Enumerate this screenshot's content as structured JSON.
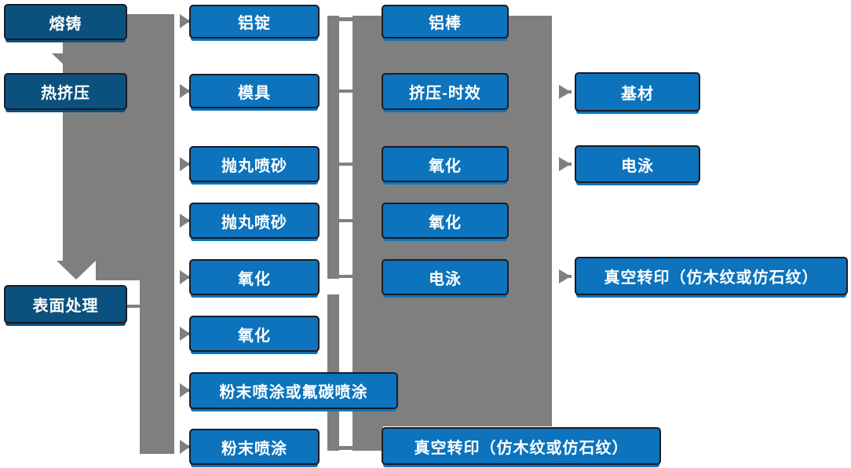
{
  "diagram": {
    "type": "process-flowchart",
    "colors": {
      "box_blue": "#0C73BC",
      "box_dark_blue": "#0B517E",
      "connector_gray": "#7F7F7F",
      "text": "#FFFFFF"
    },
    "nodes": {
      "melting": {
        "label": "熔铸"
      },
      "hot_extrusion": {
        "label": "热挤压"
      },
      "surface_treatment": {
        "label": "表面处理"
      },
      "aluminum_ingot": {
        "label": "铝锭"
      },
      "mold": {
        "label": "模具"
      },
      "shot_blasting_1": {
        "label": "抛丸喷砂"
      },
      "shot_blasting_2": {
        "label": "抛丸喷砂"
      },
      "oxidation_1": {
        "label": "氧化"
      },
      "oxidation_2": {
        "label": "氧化"
      },
      "powder_or_fluorocarbon_spray": {
        "label": "粉末喷涂或氟碳喷涂"
      },
      "powder_spray": {
        "label": "粉末喷涂"
      },
      "aluminum_rod": {
        "label": "铝棒"
      },
      "extrusion_aging": {
        "label": "挤压-时效"
      },
      "oxidation_3": {
        "label": "氧化"
      },
      "oxidation_4": {
        "label": "氧化"
      },
      "electrophoresis_1": {
        "label": "电泳"
      },
      "vacuum_transfer_bottom": {
        "label": "真空转印（仿木纹或仿石纹）"
      },
      "base_material": {
        "label": "基材"
      },
      "electrophoresis_2": {
        "label": "电泳"
      },
      "vacuum_transfer_right": {
        "label": "真空转印（仿木纹或仿石纹）"
      }
    }
  }
}
